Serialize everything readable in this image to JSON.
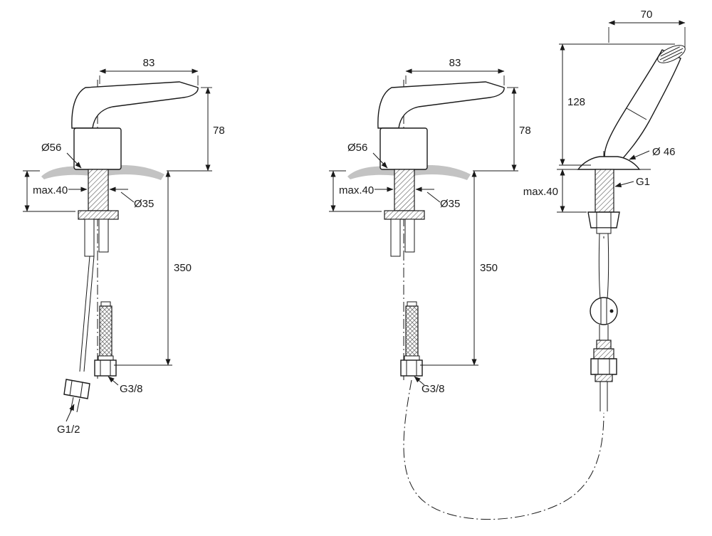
{
  "drawing": {
    "background_color": "#ffffff",
    "line_color": "#1a1a1a",
    "shade_color": "#b9b9b9",
    "description": "Technical dimension drawing of single-lever basin mixers and hand shower"
  },
  "left_faucet": {
    "width": "83",
    "height": "78",
    "base_diameter": "Ø56",
    "max_deck": "max.40",
    "hole_diameter": "Ø35",
    "hose_length": "350",
    "hose_thread": "G3/8",
    "supply_thread": "G1/2"
  },
  "middle_faucet": {
    "width": "83",
    "height": "78",
    "base_diameter": "Ø56",
    "max_deck": "max.40",
    "hole_diameter": "Ø35",
    "hose_length": "350",
    "hose_thread": "G3/8"
  },
  "hand_shower": {
    "offset_width": "70",
    "height": "128",
    "head_diameter": "Ø 46",
    "connection_thread": "G1",
    "max_deck": "max.40"
  }
}
